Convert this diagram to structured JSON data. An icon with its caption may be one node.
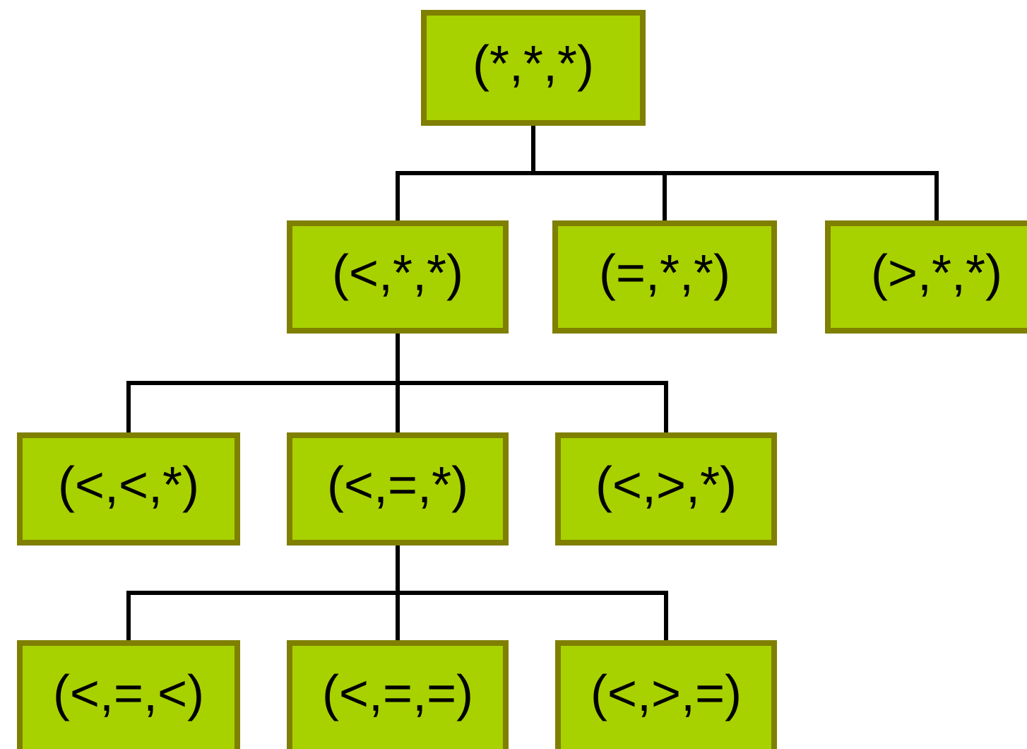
{
  "diagram": {
    "nodes": [
      {
        "text": [
          "(*,*,*)"
        ]
      },
      {
        "text": [
          "(<,*,*)"
        ]
      },
      {
        "text": [
          "(=,*,*)"
        ]
      },
      {
        "text": [
          "(>,*,*)"
        ]
      },
      {
        "text": [
          "(<,<,*)"
        ]
      },
      {
        "text": [
          "(<,=,*)"
        ]
      },
      {
        "text": [
          "(<,>,*)"
        ]
      },
      {
        "text": [
          "(<,=,<)"
        ]
      },
      {
        "text": [
          "(<,=,=)"
        ]
      },
      {
        "text": [
          "(<,>,=)"
        ]
      }
    ],
    "edges": [
      {
        "from": 0,
        "to": 1,
        "arrow": "none"
      },
      {
        "from": 0,
        "to": 2,
        "arrow": "none"
      },
      {
        "from": 0,
        "to": 3,
        "arrow": "none"
      },
      {
        "from": 1,
        "to": 4,
        "arrow": "none"
      },
      {
        "from": 1,
        "to": 5,
        "arrow": "none"
      },
      {
        "from": 1,
        "to": 6,
        "arrow": "none"
      },
      {
        "from": 5,
        "to": 7,
        "arrow": "none"
      },
      {
        "from": 5,
        "to": 8,
        "arrow": "none"
      },
      {
        "from": 5,
        "to": 9,
        "arrow": "none"
      }
    ]
  }
}
